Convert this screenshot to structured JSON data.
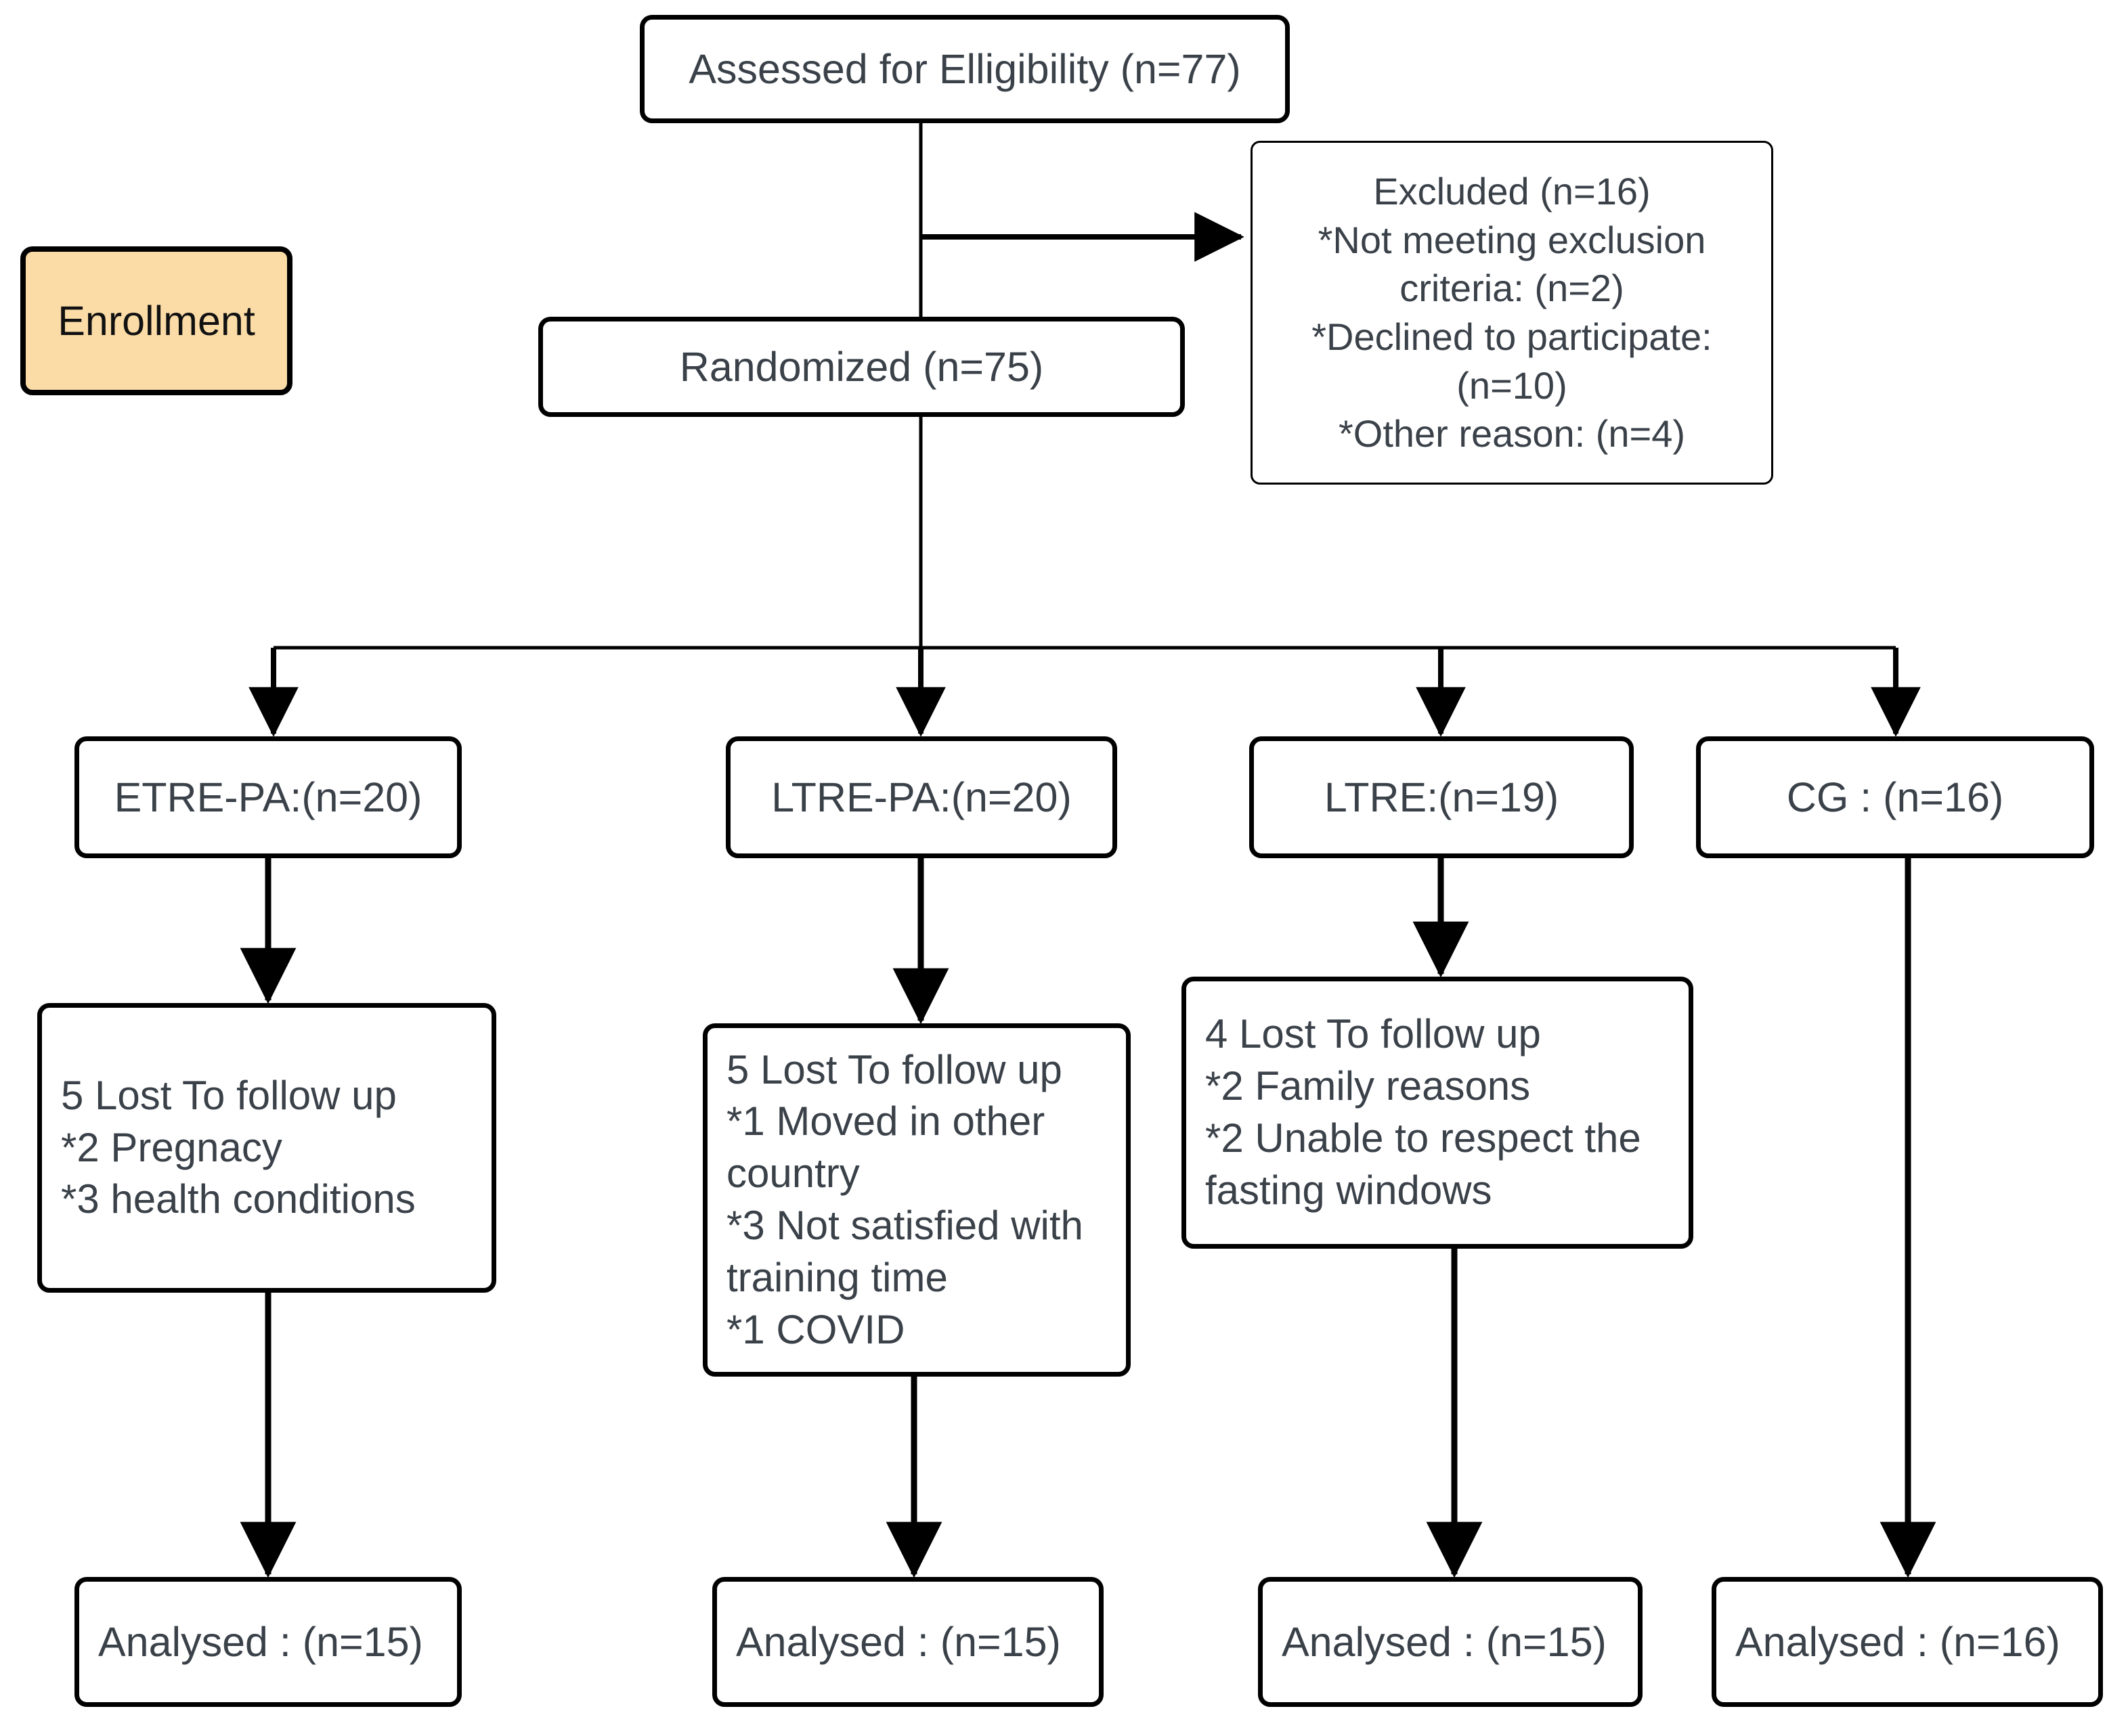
{
  "diagram": {
    "title": "CONSORT participant flow diagram",
    "phase_badge": {
      "label": "Enrollment",
      "fill_color": "#FBDCA7",
      "border_color": "#000000"
    },
    "colors": {
      "node_border": "#000000",
      "node_fill": "#FFFFFF",
      "text": "#3A4149",
      "edge": "#000000",
      "background": "#FFFFFF"
    },
    "nodes": {
      "assessed": "Assessed for Elligibility (n=77)",
      "excluded": "Excluded (n=16)\n*Not meeting exclusion criteria: (n=2)\n*Declined to participate: (n=10)\n*Other reason: (n=4)",
      "randomized": "Randomized (n=75)",
      "group_1": "ETRE-PA:(n=20)",
      "group_2": "LTRE-PA:(n=20)",
      "group_3": "LTRE:(n=19)",
      "group_4": "CG : (n=16)",
      "lost_1": "5 Lost To follow up\n*2 Pregnacy\n*3  health conditions",
      "lost_2": "5 Lost To follow up\n*1 Moved in other country\n*3 Not satisfied with training time\n*1 COVID",
      "lost_3": "4 Lost To follow up\n*2 Family reasons\n*2 Unable to respect the fasting windows",
      "analysed_1": "Analysed : (n=15)",
      "analysed_2": "Analysed : (n=15)",
      "analysed_3": "Analysed : (n=15)",
      "analysed_4": "Analysed : (n=16)"
    },
    "counts": {
      "assessed_for_eligibility": 77,
      "excluded_total": 16,
      "excluded_not_meeting_criteria": 2,
      "excluded_declined": 10,
      "excluded_other": 4,
      "randomized": 75,
      "allocated_etre_pa": 20,
      "allocated_ltre_pa": 20,
      "allocated_ltre": 19,
      "allocated_cg": 16,
      "lost_etre_pa": 5,
      "lost_ltre_pa": 5,
      "lost_ltre": 4,
      "lost_cg": 0,
      "analysed_etre_pa": 15,
      "analysed_ltre_pa": 15,
      "analysed_ltre": 15,
      "analysed_cg": 16
    },
    "edges": [
      {
        "from": "assessed",
        "to": "randomized",
        "style": "solid-line"
      },
      {
        "from": "assessed",
        "to": "excluded",
        "style": "arrow-right"
      },
      {
        "from": "randomized",
        "to": "group_1",
        "style": "arrow-down"
      },
      {
        "from": "randomized",
        "to": "group_2",
        "style": "arrow-down"
      },
      {
        "from": "randomized",
        "to": "group_3",
        "style": "arrow-down"
      },
      {
        "from": "randomized",
        "to": "group_4",
        "style": "arrow-down"
      },
      {
        "from": "group_1",
        "to": "lost_1",
        "style": "arrow-down"
      },
      {
        "from": "group_2",
        "to": "lost_2",
        "style": "arrow-down"
      },
      {
        "from": "group_3",
        "to": "lost_3",
        "style": "arrow-down"
      },
      {
        "from": "group_4",
        "to": "analysed_4",
        "style": "arrow-down"
      },
      {
        "from": "lost_1",
        "to": "analysed_1",
        "style": "arrow-down"
      },
      {
        "from": "lost_2",
        "to": "analysed_2",
        "style": "arrow-down"
      },
      {
        "from": "lost_3",
        "to": "analysed_3",
        "style": "arrow-down"
      }
    ]
  }
}
